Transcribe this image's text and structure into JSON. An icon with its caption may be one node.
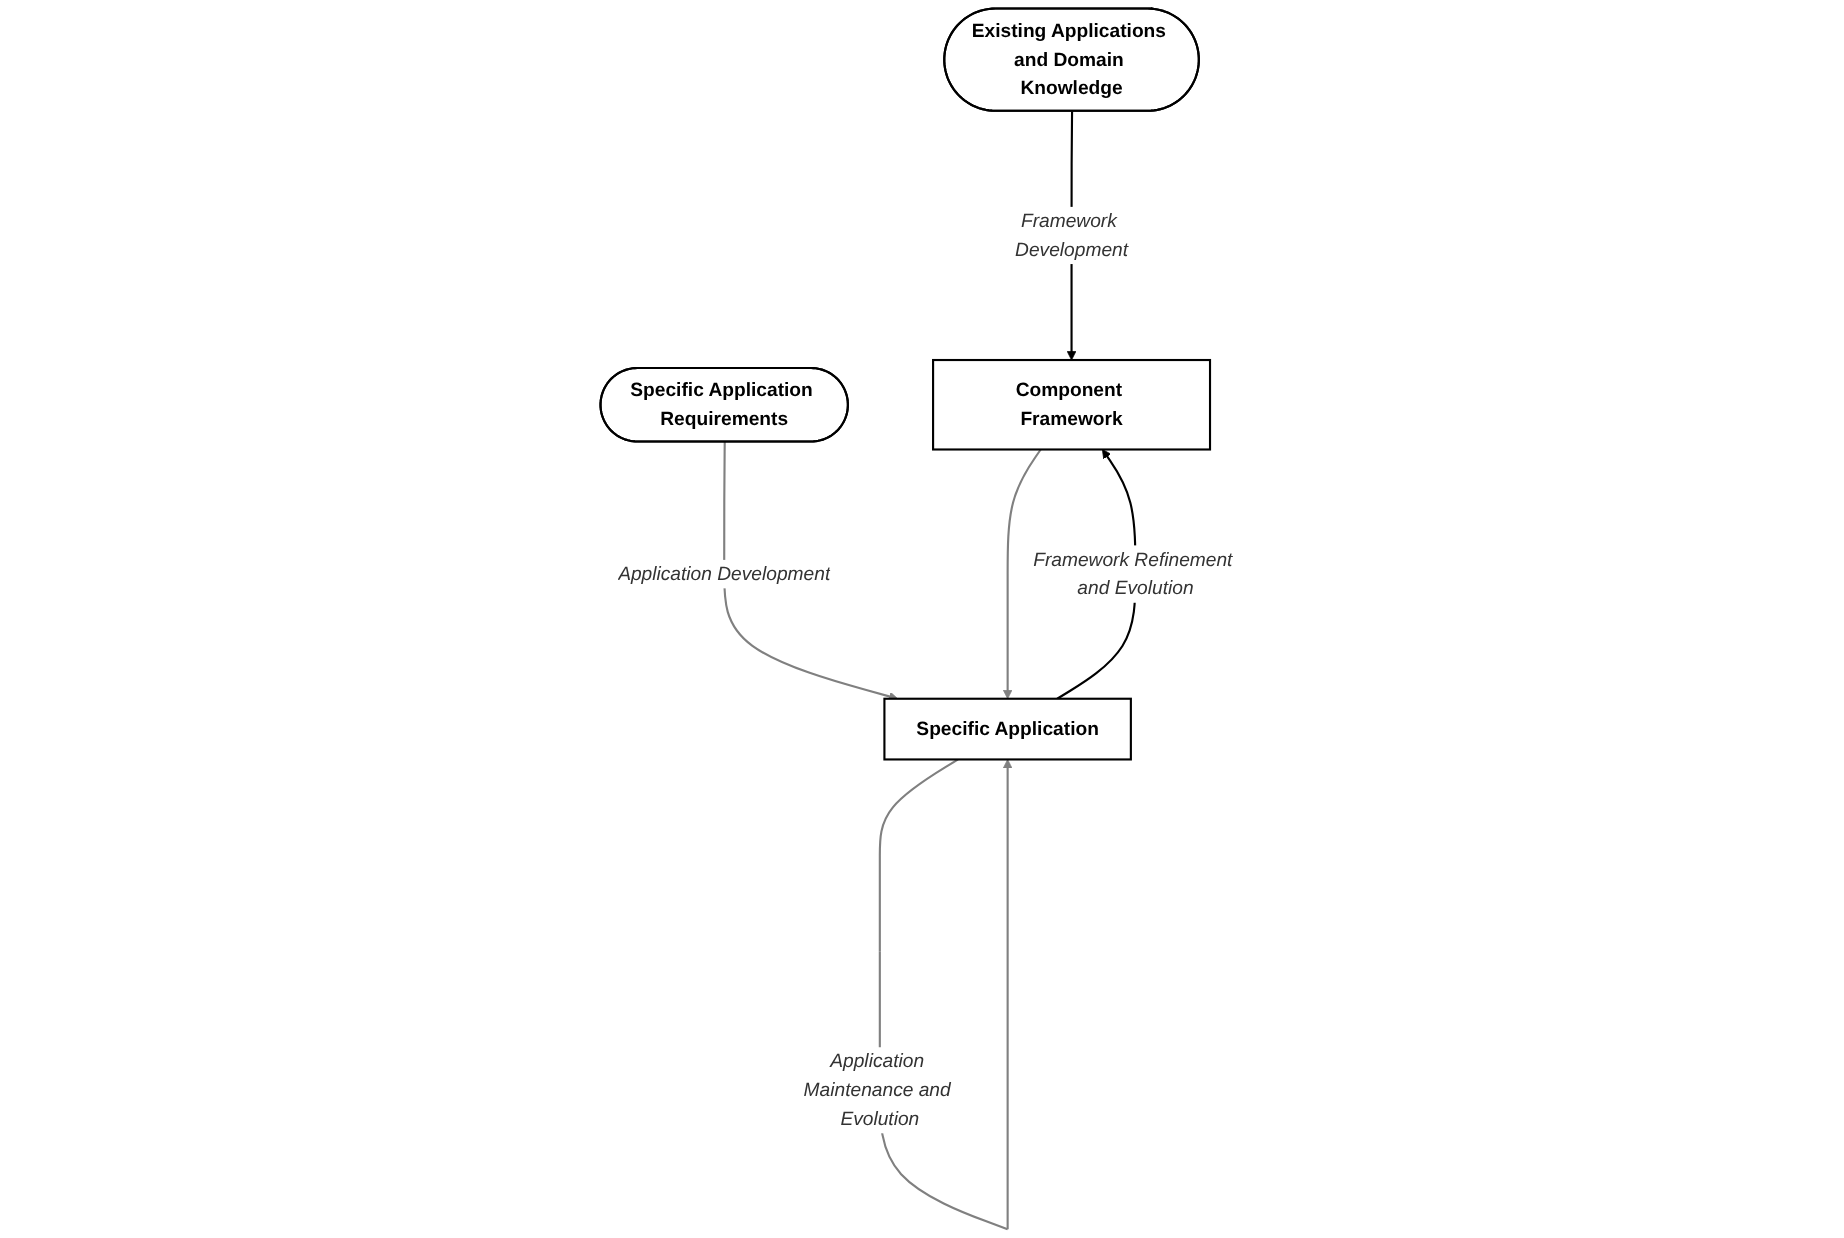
{
  "diagram": {
    "nodes": [
      {
        "text": [
          "Existing Applications and Domain Knowledge"
        ]
      },
      {
        "text": [
          "Specific Application Requirements"
        ]
      },
      {
        "text": [
          "Component Framework"
        ]
      },
      {
        "text": [
          "Specific Application"
        ]
      }
    ],
    "edges": [
      {
        "from": 0,
        "to": 2,
        "arrow": "to",
        "label": "Framework Development",
        "color": "#000000"
      },
      {
        "from": 1,
        "to": 3,
        "arrow": "to",
        "label": "Application Development",
        "color": "#808080"
      },
      {
        "from": 2,
        "to": 3,
        "arrow": "to",
        "color": "#808080"
      },
      {
        "from": 3,
        "to": 2,
        "arrow": "to",
        "label": "Framework Refinement and Evolution",
        "color": "#000000"
      },
      {
        "from": 3,
        "to": 3,
        "arrow": "to",
        "label": "Application Maintenance and Evolution",
        "color": "#808080"
      }
    ]
  }
}
